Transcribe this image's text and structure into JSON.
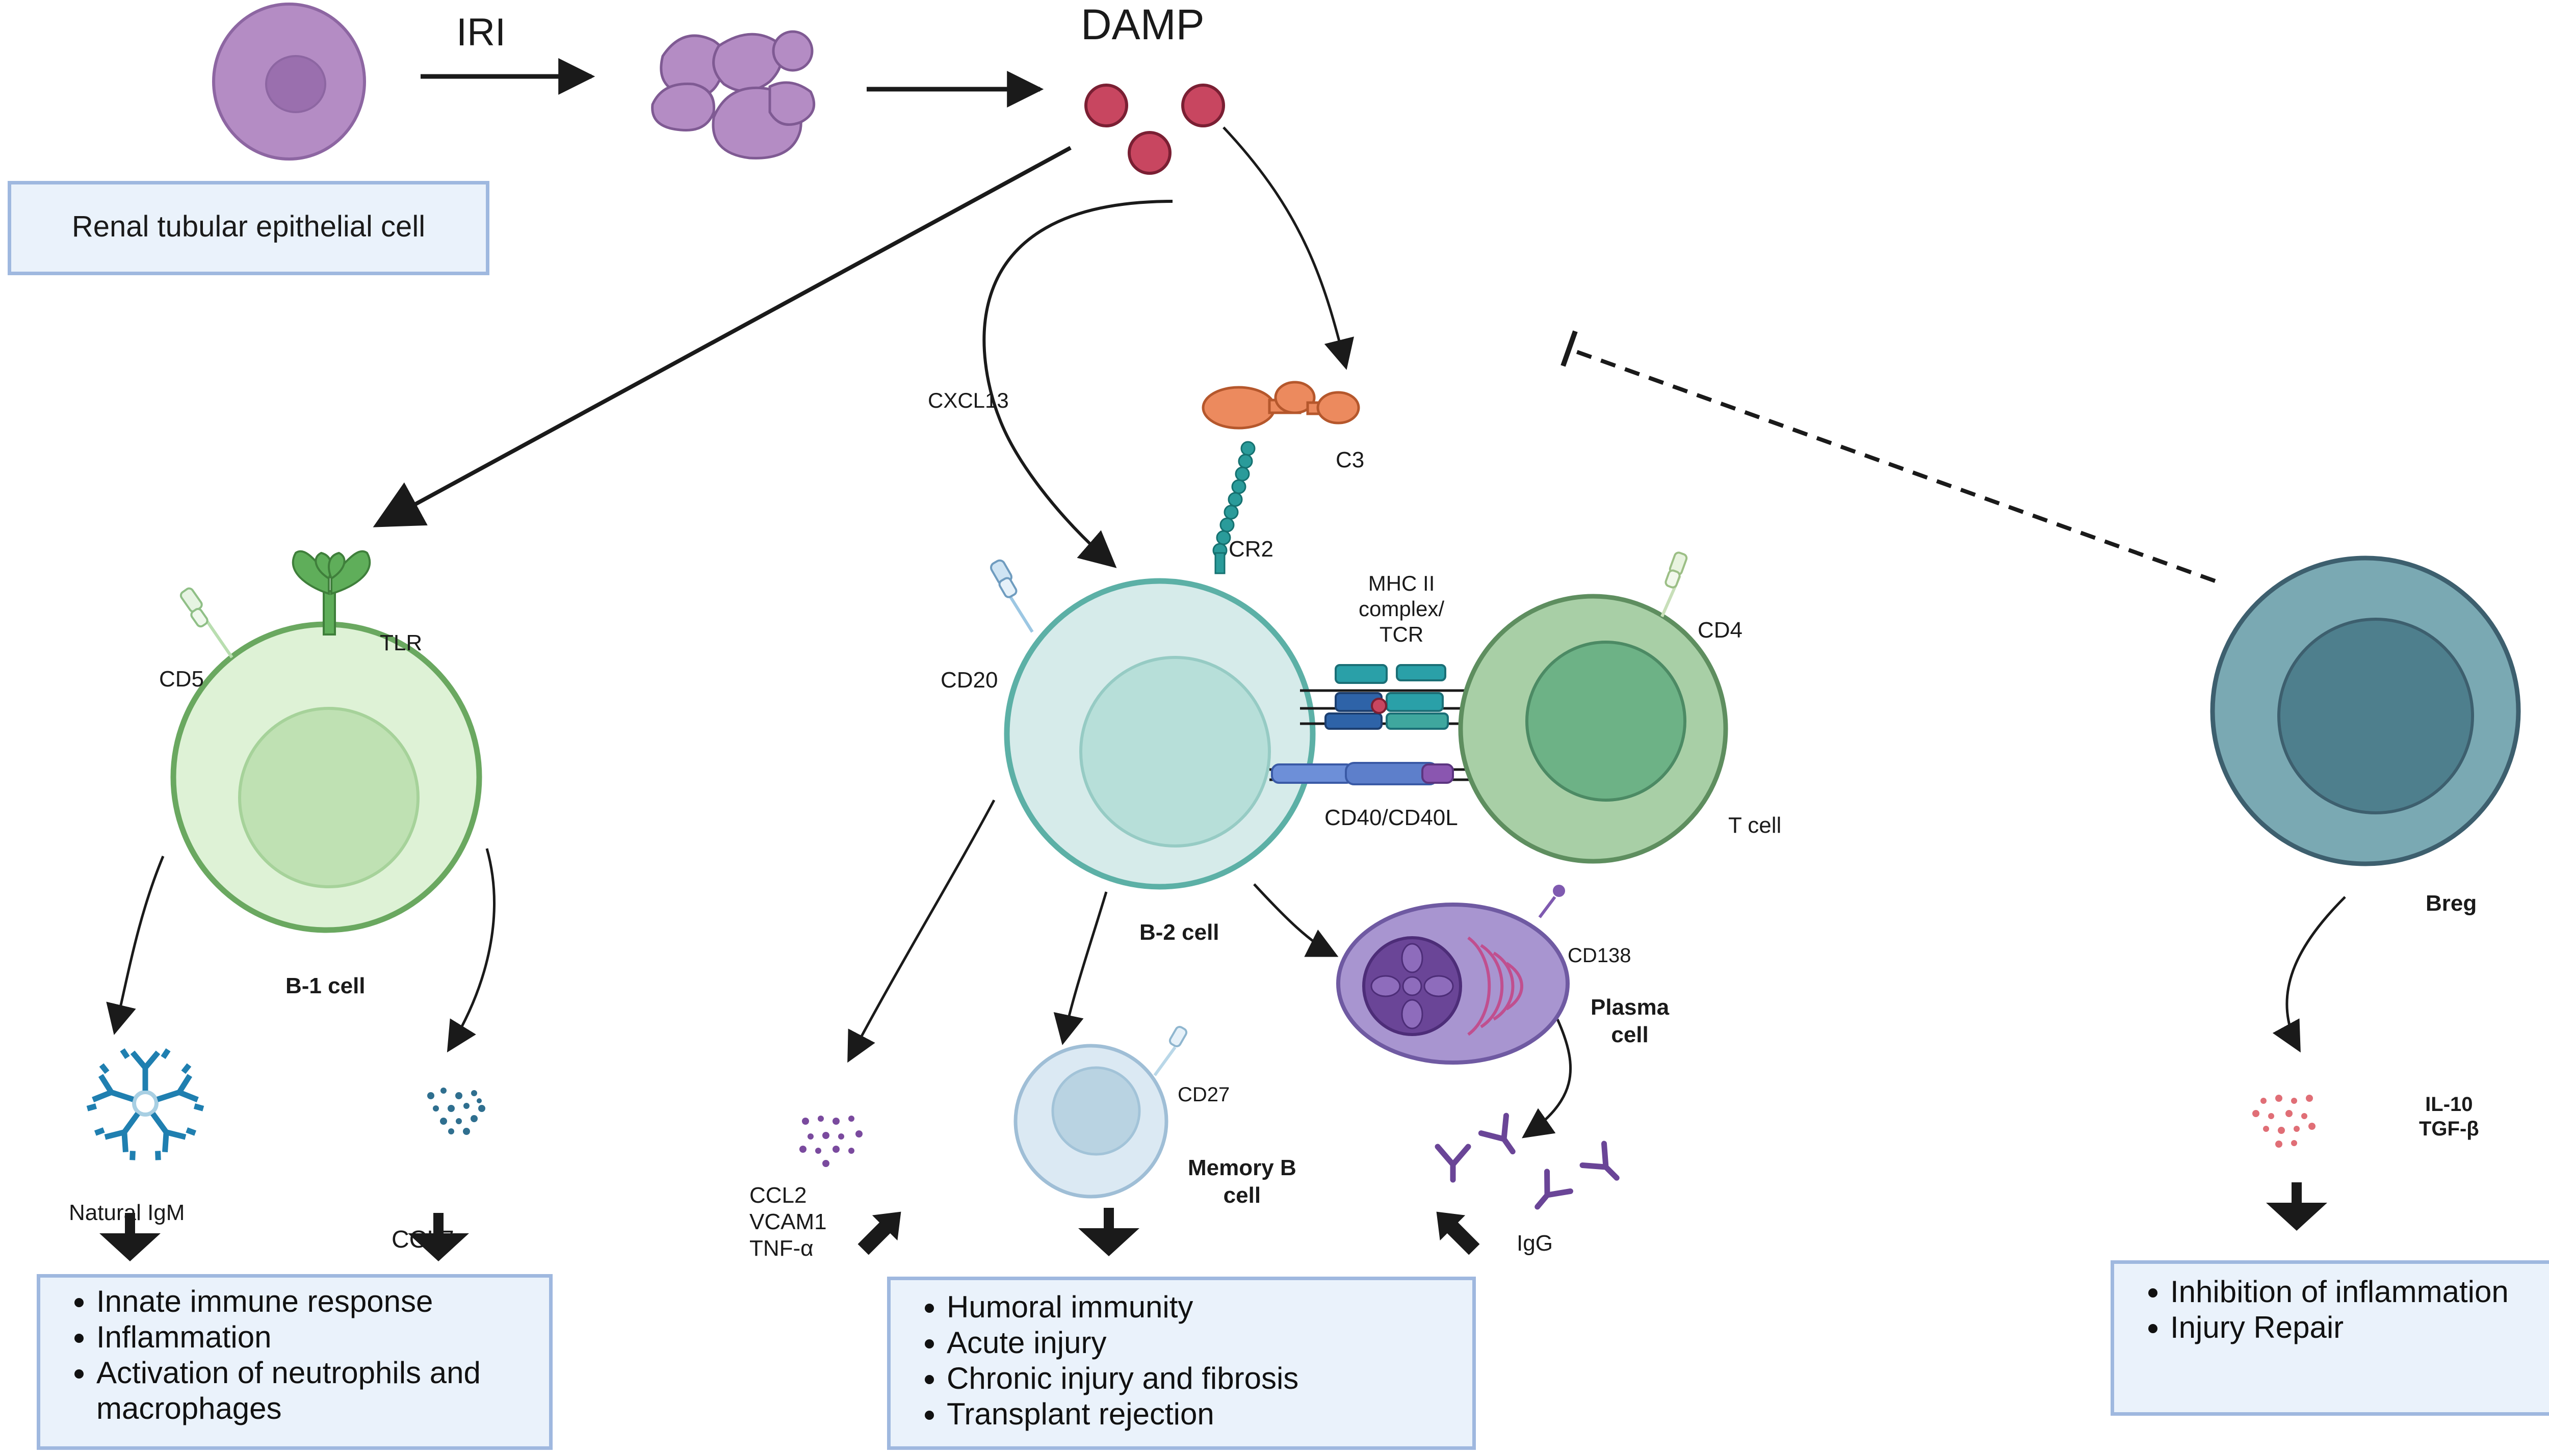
{
  "top": {
    "iri_label": "IRI",
    "damp_label": "DAMP",
    "renal_label": "Renal tubular epithelial cell"
  },
  "markers": {
    "cxcl13": "CXCL13",
    "c3": "C3",
    "cr2": "CR2",
    "mhc": [
      "MHC II",
      "complex/",
      "TCR"
    ],
    "cd40": "CD40/CD40L",
    "cd4": "CD4",
    "cd20": "CD20",
    "cd5": "CD5",
    "tlr": "TLR",
    "cd138": "CD138",
    "cd27": "CD27"
  },
  "cells": {
    "b1": "B-1 cell",
    "b2": "B-2 cell",
    "tcell": "T cell",
    "breg": "Breg",
    "plasma": [
      "Plasma",
      "cell"
    ],
    "memory": [
      "Memory B",
      "cell"
    ]
  },
  "products": {
    "igm": "Natural IgM",
    "ccl7": "CCL7",
    "ccl2": [
      "CCL2",
      "VCAM1",
      "TNF-α"
    ],
    "igg": "IgG",
    "il10": [
      "IL-10",
      "TGF-β"
    ]
  },
  "outcomes": {
    "left": [
      "Innate immune response",
      "Inflammation",
      "Activation of neutrophils and macrophages"
    ],
    "center": [
      "Humoral immunity",
      "Acute injury",
      "Chronic injury and fibrosis",
      "Transplant rejection"
    ],
    "right": [
      "Inhibition of inflammation",
      "Injury Repair"
    ]
  },
  "colors": {
    "epithelial": "#b48cc4",
    "damp": "#c84660",
    "b1_cell": "#def2d6",
    "b2_cell": "#d6ebea",
    "t_cell": "#a8cfa6",
    "breg": "#7aa9b3",
    "plasma": "#a895d0",
    "box_fill": "#eaf2fb",
    "box_border": "#9fb8df"
  }
}
